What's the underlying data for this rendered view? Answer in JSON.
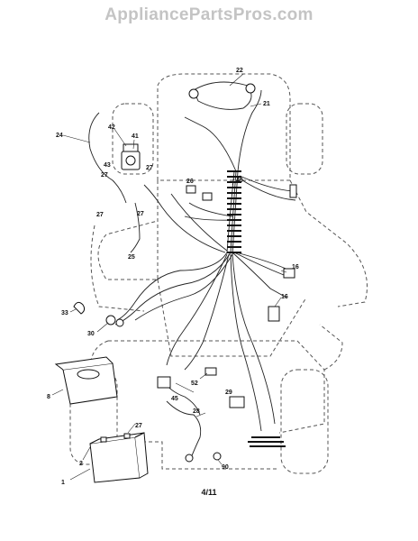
{
  "watermark": "AppliancePartsPros.com",
  "page_number": "4/11",
  "callouts": [
    {
      "id": "22",
      "label": "22"
    },
    {
      "id": "21",
      "label": "21"
    },
    {
      "id": "24",
      "label": "24"
    },
    {
      "id": "42",
      "label": "42"
    },
    {
      "id": "41",
      "label": "41"
    },
    {
      "id": "43",
      "label": "43"
    },
    {
      "id": "27a",
      "label": "27"
    },
    {
      "id": "27b",
      "label": "27"
    },
    {
      "id": "27c",
      "label": "27"
    },
    {
      "id": "27d",
      "label": "27"
    },
    {
      "id": "27e",
      "label": "27"
    },
    {
      "id": "26",
      "label": "26"
    },
    {
      "id": "40",
      "label": "40"
    },
    {
      "id": "25",
      "label": "25"
    },
    {
      "id": "16a",
      "label": "16"
    },
    {
      "id": "16b",
      "label": "16"
    },
    {
      "id": "33",
      "label": "33"
    },
    {
      "id": "30",
      "label": "30"
    },
    {
      "id": "8",
      "label": "8"
    },
    {
      "id": "45",
      "label": "45"
    },
    {
      "id": "52",
      "label": "52"
    },
    {
      "id": "29",
      "label": "29"
    },
    {
      "id": "28",
      "label": "28"
    },
    {
      "id": "2",
      "label": "2"
    },
    {
      "id": "1",
      "label": "1"
    },
    {
      "id": "90",
      "label": "90"
    }
  ]
}
